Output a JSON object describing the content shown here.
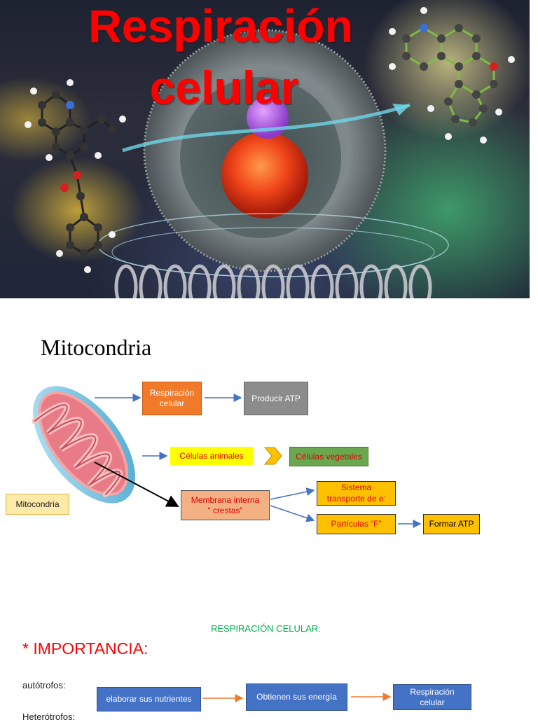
{
  "hero": {
    "title_line1": "Respiración",
    "title_line2": "celular"
  },
  "section1": {
    "title": "Mitocondria",
    "mito_label": "Mitocondria",
    "box_respiracion": [
      "Respiración",
      "celular"
    ],
    "box_producir": "Producir ATP",
    "box_animales": "Células animales",
    "box_vegetales": "Células vegetales",
    "box_membrana": [
      "Membrana interna",
      "“ crestas”"
    ],
    "box_sistema": [
      "Sistema",
      "transporte de e",
      "-"
    ],
    "box_particulas": "Partículas “F”",
    "box_formar": "Formar ATP"
  },
  "section2": {
    "header": "RESPIRACIÓN CELULAR:",
    "importancia": "* IMPORTANCIA:",
    "autotrofos_label": "autótrofos:",
    "box_elaborar": "elaborar sus nutrientes",
    "box_obtienen": "Obtienen sus energía",
    "box_resp": [
      "Respiración",
      "celular"
    ],
    "heterotrofos_label": "Heterótrofos:"
  },
  "colors": {
    "title_red": "#ff0000",
    "orange_box": "#f07a2a",
    "gray_box": "#8c8c8c",
    "yellow_box": "#ffff00",
    "green_box": "#6aa84f",
    "salmon_box": "#f4b183",
    "gold_box": "#ffc000",
    "blue_box": "#4472c4",
    "arrow_blue": "#4472c4",
    "arrow_orange": "#ed7d31",
    "heading_green": "#00b050"
  }
}
